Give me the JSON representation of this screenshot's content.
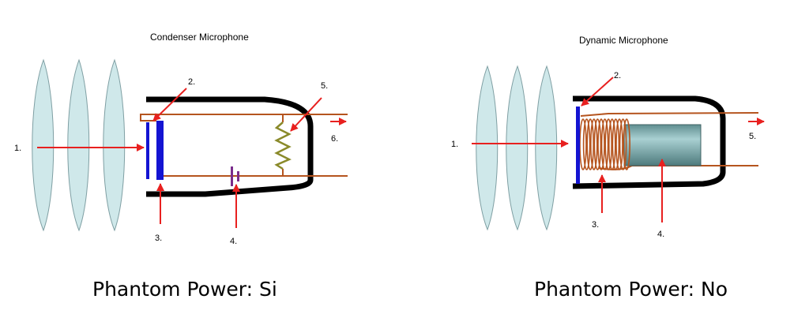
{
  "condenser": {
    "title": "Condenser Microphone",
    "labels": [
      "1.",
      "2.",
      "3.",
      "4.",
      "5.",
      "6."
    ],
    "caption": "Phantom Power: Si"
  },
  "dynamic": {
    "title": "Dynamic Microphone",
    "labels": [
      "1.",
      "2.",
      "3.",
      "4.",
      "5."
    ],
    "caption": "Phantom Power: No"
  },
  "colors": {
    "wave_fill": "#cfe8ea",
    "wave_stroke": "#7f9fa3",
    "body": "#000000",
    "wire": "#b5541e",
    "diaphragm": "#1414d2",
    "arrow": "#e8201f",
    "battery": "#7a2d8c",
    "resistor": "#8a8a2a",
    "magnet": "#6f9ea0"
  }
}
